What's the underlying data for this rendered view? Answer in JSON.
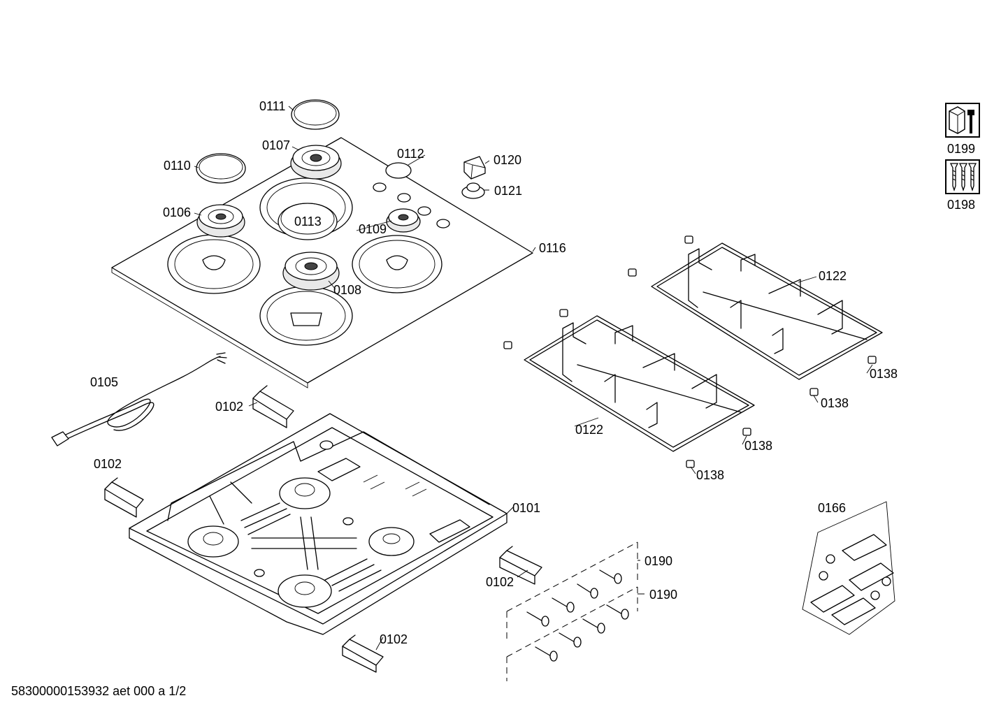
{
  "parts": [
    {
      "id": "p0111",
      "label": "0111",
      "name": "burner-cap-0111"
    },
    {
      "id": "p0107",
      "label": "0107",
      "name": "burner-0107"
    },
    {
      "id": "p0112",
      "label": "0112",
      "name": "burner-cap-0112"
    },
    {
      "id": "p0120",
      "label": "0120",
      "name": "control-knob-0120"
    },
    {
      "id": "p0121",
      "label": "0121",
      "name": "knob-base-0121"
    },
    {
      "id": "p0110",
      "label": "0110",
      "name": "burner-cap-0110"
    },
    {
      "id": "p0106",
      "label": "0106",
      "name": "burner-0106"
    },
    {
      "id": "p0113",
      "label": "0113",
      "name": "burner-cap-0113"
    },
    {
      "id": "p0109",
      "label": "0109",
      "name": "burner-0109"
    },
    {
      "id": "p0116",
      "label": "0116",
      "name": "hob-top-plate-0116"
    },
    {
      "id": "p0108",
      "label": "0108",
      "name": "burner-0108"
    },
    {
      "id": "p0122a",
      "label": "0122",
      "name": "pan-support-0122-right"
    },
    {
      "id": "p0122b",
      "label": "0122",
      "name": "pan-support-0122-left"
    },
    {
      "id": "p0138a",
      "label": "0138",
      "name": "rubber-foot-0138-a"
    },
    {
      "id": "p0138b",
      "label": "0138",
      "name": "rubber-foot-0138-b"
    },
    {
      "id": "p0138c",
      "label": "0138",
      "name": "rubber-foot-0138-c"
    },
    {
      "id": "p0138d",
      "label": "0138",
      "name": "rubber-foot-0138-d"
    },
    {
      "id": "p0105",
      "label": "0105",
      "name": "power-cable-0105"
    },
    {
      "id": "p0102a",
      "label": "0102",
      "name": "clamp-0102-a"
    },
    {
      "id": "p0102b",
      "label": "0102",
      "name": "clamp-0102-b"
    },
    {
      "id": "p0102c",
      "label": "0102",
      "name": "clamp-0102-c"
    },
    {
      "id": "p0102d",
      "label": "0102",
      "name": "clamp-0102-d"
    },
    {
      "id": "p0101",
      "label": "0101",
      "name": "hob-base-tray-0101"
    },
    {
      "id": "p0190a",
      "label": "0190",
      "name": "screw-set-0190-a"
    },
    {
      "id": "p0190b",
      "label": "0190",
      "name": "screw-set-0190-b"
    },
    {
      "id": "p0166",
      "label": "0166",
      "name": "fixing-kit-0166"
    }
  ],
  "icons": [
    {
      "label": "0199",
      "name": "tool-icon"
    },
    {
      "label": "0198",
      "name": "screws-icon"
    }
  ],
  "footer": "58300000153932 aet 000 a 1/2"
}
